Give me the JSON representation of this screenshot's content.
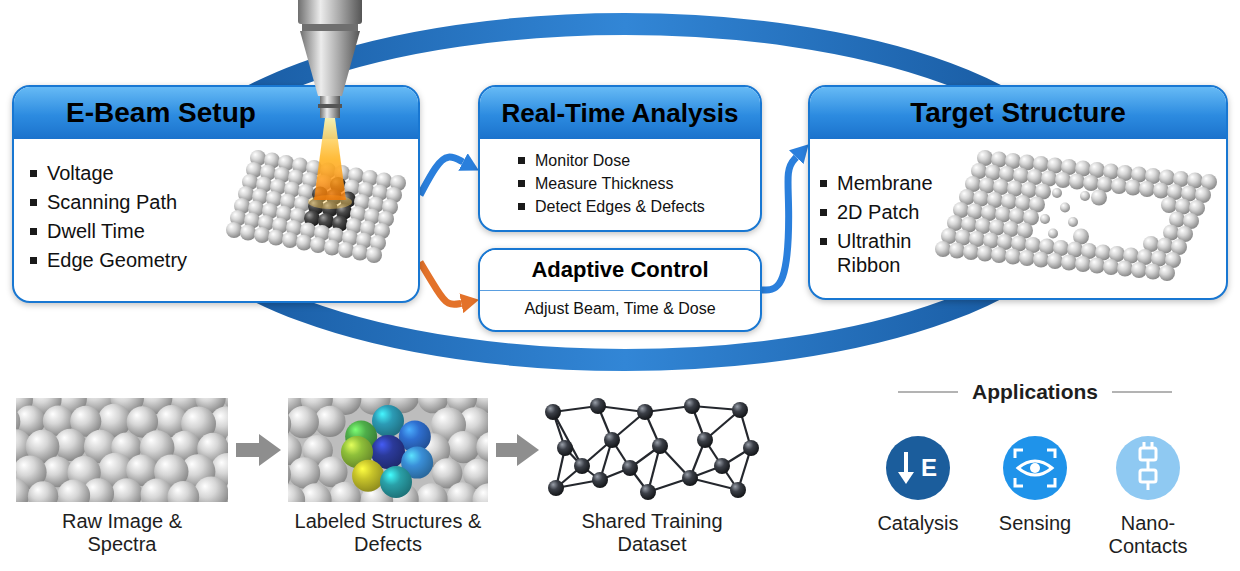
{
  "diagram": {
    "nodes": [
      {
        "text": [
          "E-Beam Setup",
          "Voltage",
          "Scanning Path",
          "Dwell Time",
          "Edge Geometry"
        ]
      },
      {
        "text": [
          "Real-Time Analysis",
          "Monitor Dose",
          "Measure Thickness",
          "Detect Edges & Defects"
        ]
      },
      {
        "text": [
          "Adaptive Control",
          "Adjust Beam, Time & Dose"
        ]
      },
      {
        "text": [
          "Target Structure",
          "Membrane",
          "2D Patch",
          "Ultrathin Ribbon"
        ]
      },
      {
        "text": [
          "Raw Image & Spectra"
        ]
      },
      {
        "text": [
          "Labeled Structures & Defects"
        ]
      },
      {
        "text": [
          "Shared Training Dataset"
        ]
      },
      {
        "text": [
          "Catalysis"
        ]
      },
      {
        "text": [
          "Sensing"
        ]
      },
      {
        "text": [
          "Nano-Contacts"
        ]
      }
    ],
    "edges": [
      {
        "from": 0,
        "to": 1,
        "arrow": "to"
      },
      {
        "from": 0,
        "to": 2,
        "arrow": "to"
      },
      {
        "from": 2,
        "to": 3,
        "arrow": "to"
      },
      {
        "from": 4,
        "to": 5,
        "arrow": "to"
      },
      {
        "from": 5,
        "to": 6,
        "arrow": "to"
      }
    ],
    "labels": [
      "Applications",
      "E"
    ]
  }
}
